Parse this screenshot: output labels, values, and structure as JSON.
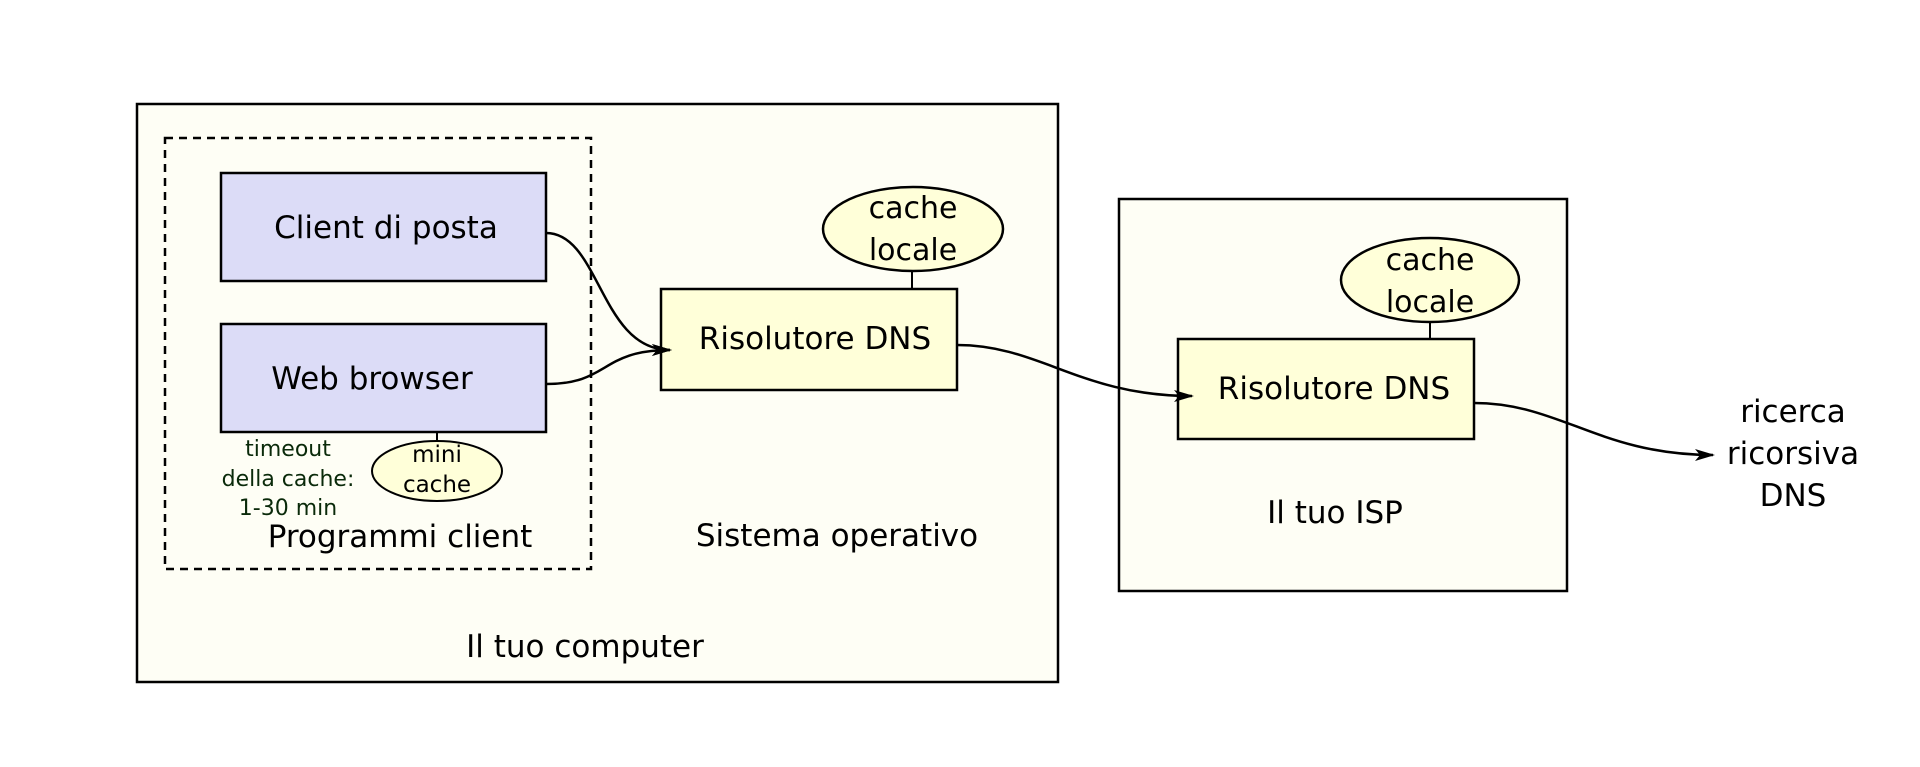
{
  "computer": {
    "label": "Il tuo computer",
    "os_label": "Sistema operativo",
    "client_group_label": "Programmi client",
    "mail_client": "Client di posta",
    "web_browser": "Web browser",
    "mini_cache": [
      "mini",
      "cache"
    ],
    "cache_timeout": [
      "timeout",
      "della cache:",
      "1-30 min"
    ],
    "resolver": "Risolutore DNS",
    "local_cache": [
      "cache",
      "locale"
    ]
  },
  "isp": {
    "label": "Il tuo ISP",
    "resolver": "Risolutore DNS",
    "local_cache": [
      "cache",
      "locale"
    ]
  },
  "destination": [
    "ricerca",
    "ricorsiva",
    "DNS"
  ],
  "colors": {
    "panel_fill": "#fefef5",
    "client_box_fill": "#dcdcf7",
    "resolver_fill": "#ffffd9",
    "cache_fill": "#ffffd9",
    "stroke": "#000000"
  }
}
